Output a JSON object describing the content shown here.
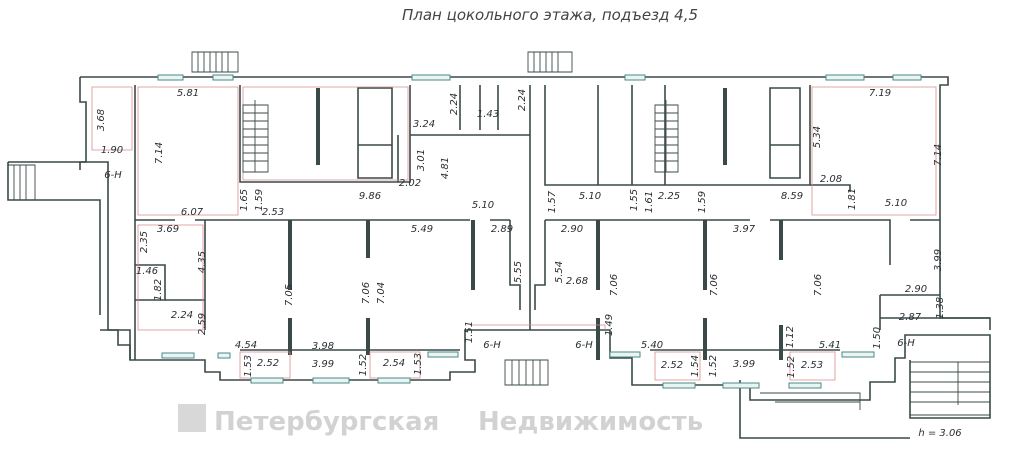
{
  "title": "План цокольного этажа, подъезд 4,5",
  "watermark": {
    "line1": "Петербургская",
    "line2": "Недвижимость"
  },
  "height_note": "h = 3.06",
  "colors": {
    "walls": "#3a4a48",
    "room_outline": "#d98a8a",
    "windows": "#4a8a88",
    "watermark": "#c8c8c8"
  },
  "labels": [
    "5.81",
    "3.68",
    "1.90",
    "7.14",
    "6-Н",
    "1.65",
    "1.59",
    "6.07",
    "2.53",
    "9.86",
    "3.24",
    "2.24",
    "1.43",
    "2.24",
    "3.01",
    "4.81",
    "2.02",
    "3.69",
    "2.35",
    "4.35",
    "1.46",
    "1.82",
    "2.24",
    "2.59",
    "7.05",
    "7.06",
    "7.04",
    "5.49",
    "5.10",
    "2.89",
    "5.55",
    "5.54",
    "2.68",
    "1.57",
    "5.10",
    "1.55",
    "1.61",
    "2.25",
    "1.59",
    "2.90",
    "3.97",
    "8.59",
    "2.08",
    "1.81",
    "5.10",
    "7.19",
    "5.34",
    "7.14",
    "3.99",
    "7.06",
    "7.06",
    "7.06",
    "2.90",
    "1.38",
    "2.87",
    "1.50",
    "6-Н",
    "4.54",
    "2.52",
    "1.53",
    "3.98",
    "3.99",
    "1.52",
    "2.54",
    "1.53",
    "1.51",
    "6-Н",
    "6-Н",
    "1.49",
    "5.40",
    "2.52",
    "1.54",
    "1.52",
    "3.99",
    "1.12",
    "1.52",
    "5.41",
    "2.53"
  ]
}
